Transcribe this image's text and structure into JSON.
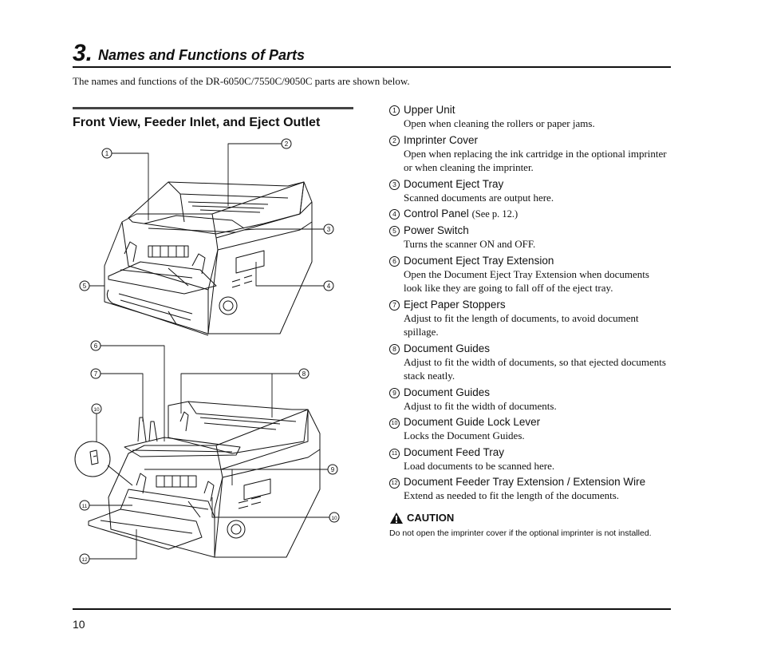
{
  "chapter": {
    "number": "3.",
    "title": "Names and Functions of Parts"
  },
  "intro": "The names and functions of the DR-6050C/7550C/9050C parts are shown below.",
  "section_title": "Front View, Feeder Inlet, and Eject Outlet",
  "parts": [
    {
      "num": "1",
      "name": "Upper Unit",
      "desc": "Open when cleaning the rollers or paper jams."
    },
    {
      "num": "2",
      "name": "Imprinter Cover",
      "desc": "Open when replacing the ink cartridge in the optional imprinter or when cleaning the imprinter."
    },
    {
      "num": "3",
      "name": "Document Eject Tray",
      "desc": "Scanned documents are output here."
    },
    {
      "num": "4",
      "name": "Control Panel",
      "ref": "(See p. 12.)",
      "desc": ""
    },
    {
      "num": "5",
      "name": "Power Switch",
      "desc": "Turns the scanner ON and OFF."
    },
    {
      "num": "6",
      "name": "Document Eject Tray Extension",
      "desc": "Open the Document Eject Tray Extension when documents look like they are going to fall off of the eject tray."
    },
    {
      "num": "7",
      "name": "Eject Paper Stoppers",
      "desc": "Adjust to fit the length of documents, to avoid document spillage."
    },
    {
      "num": "8",
      "name": "Document Guides",
      "desc": "Adjust to fit the width of documents, so that ejected documents stack neatly."
    },
    {
      "num": "9",
      "name": "Document Guides",
      "desc": "Adjust to fit the width of documents."
    },
    {
      "num": "10",
      "name": "Document Guide Lock Lever",
      "desc": "Locks the Document Guides."
    },
    {
      "num": "11",
      "name": "Document Feed Tray",
      "desc": "Load documents to be scanned here."
    },
    {
      "num": "12",
      "name": "Document Feeder Tray Extension / Extension Wire",
      "desc": "Extend as needed to fit the length of the documents."
    }
  ],
  "caution": {
    "label": "CAUTION",
    "icon": "warning-triangle-icon",
    "text": "Do not open the imprinter cover if the optional imprinter is not installed."
  },
  "figure_callouts": [
    "1",
    "2",
    "3",
    "4",
    "5",
    "6",
    "7",
    "8",
    "9",
    "10",
    "11",
    "10",
    "12"
  ],
  "page_number": "10"
}
